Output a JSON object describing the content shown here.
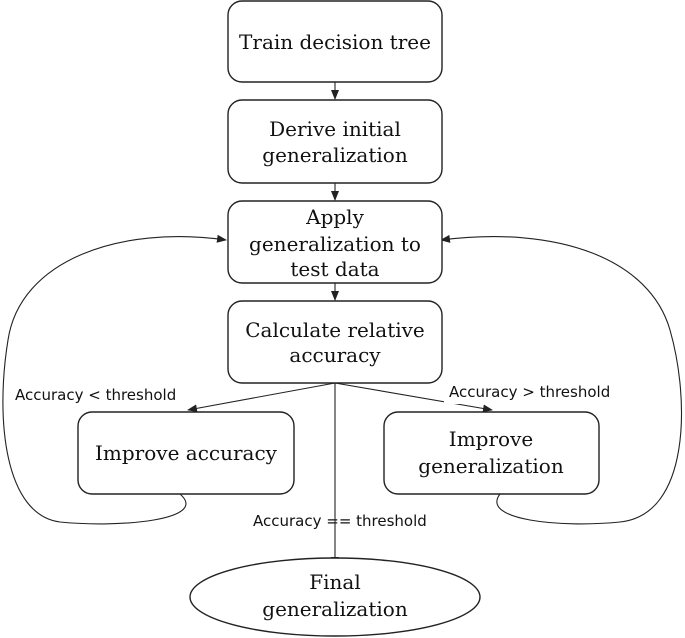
{
  "nodes": {
    "train": {
      "lines": [
        "Train decision tree"
      ]
    },
    "derive": {
      "lines": [
        "Derive initial",
        "generalization"
      ]
    },
    "apply": {
      "lines": [
        "Apply",
        "generalization to",
        "test data"
      ]
    },
    "calculate": {
      "lines": [
        "Calculate relative",
        "accuracy"
      ]
    },
    "improve_accuracy": {
      "lines": [
        "Improve accuracy"
      ]
    },
    "improve_generalization": {
      "lines": [
        "Improve",
        "generalization"
      ]
    },
    "final": {
      "lines": [
        "Final",
        "generalization"
      ]
    }
  },
  "edge_labels": {
    "less": "Accuracy < threshold",
    "greater": "Accuracy > threshold",
    "equal": "Accuracy == threshold"
  },
  "colors": {
    "stroke": "#222222",
    "fill": "#ffffff",
    "text": "#111111"
  }
}
